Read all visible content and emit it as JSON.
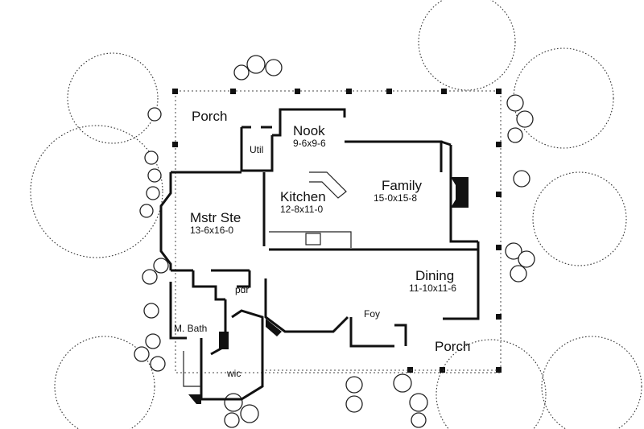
{
  "plan": {
    "rooms": [
      {
        "id": "porch-rear",
        "name": "Porch",
        "size": ""
      },
      {
        "id": "nook",
        "name": "Nook",
        "size": "9-6x9-6"
      },
      {
        "id": "util",
        "name": "Util",
        "size": ""
      },
      {
        "id": "family",
        "name": "Family",
        "size": "15-0x15-8"
      },
      {
        "id": "kitchen",
        "name": "Kitchen",
        "size": "12-8x11-0"
      },
      {
        "id": "mstr-ste",
        "name": "Mstr Ste",
        "size": "13-6x16-0"
      },
      {
        "id": "dining",
        "name": "Dining",
        "size": "11-10x11-6"
      },
      {
        "id": "pdr",
        "name": "pdr",
        "size": ""
      },
      {
        "id": "m-bath",
        "name": "M. Bath",
        "size": ""
      },
      {
        "id": "foy",
        "name": "Foy",
        "size": ""
      },
      {
        "id": "porch-front",
        "name": "Porch",
        "size": ""
      },
      {
        "id": "wic",
        "name": "wic",
        "size": ""
      }
    ]
  }
}
